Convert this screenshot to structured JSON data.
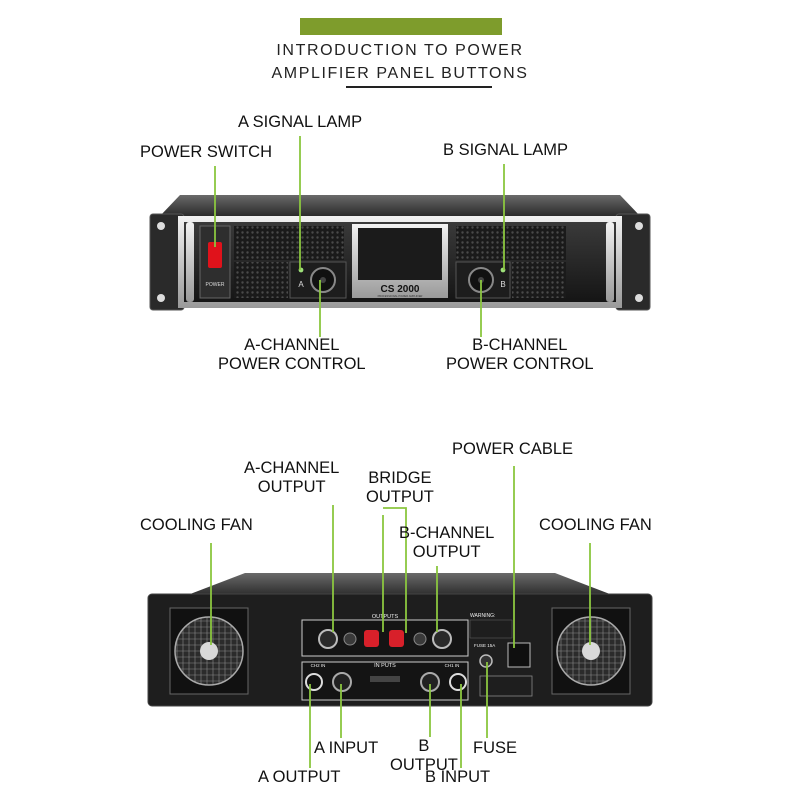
{
  "header": {
    "title_line1": "INTRODUCTION TO POWER",
    "title_line2": "AMPLIFIER PANEL BUTTONS",
    "accent_color": "#7e9c2c"
  },
  "front_panel": {
    "labels": {
      "power_switch": "POWER SWITCH",
      "a_signal_lamp": "A SIGNAL LAMP",
      "b_signal_lamp": "B SIGNAL LAMP",
      "a_channel_control": [
        "A-CHANNEL",
        "POWER CONTROL"
      ],
      "b_channel_control": [
        "B-CHANNEL",
        "POWER CONTROL"
      ]
    },
    "device": {
      "model": "CS 2000",
      "subtitle": "PROFESSIONAL POWER AMPLIFIER",
      "knob_a_letter": "A",
      "knob_b_letter": "B",
      "power_switch_color": "#e0121b"
    }
  },
  "rear_panel": {
    "labels": {
      "cooling_fan_left": "COOLING FAN",
      "cooling_fan_right": "COOLING FAN",
      "a_channel_output": [
        "A-CHANNEL",
        "OUTPUT"
      ],
      "bridge_output": [
        "BRIDGE",
        "OUTPUT"
      ],
      "b_channel_output": [
        "B-CHANNEL",
        "OUTPUT"
      ],
      "power_cable": "POWER CABLE",
      "a_input": "A INPUT",
      "a_output": "A OUTPUT",
      "b_output": [
        "B",
        "OUTPUT"
      ],
      "b_input": "B INPUT",
      "fuse": "FUSE"
    },
    "device": {
      "outputs_text": "OUTPUTS",
      "inputs_text": "IN PUTS",
      "ch2_in": "CH2 IN",
      "ch1_in": "CH1 IN",
      "warning": "WARNING:",
      "fuse_label": "FUSE 15A",
      "terminal_color": "#d8202a"
    }
  },
  "leader_line_color": "#8bc63f"
}
